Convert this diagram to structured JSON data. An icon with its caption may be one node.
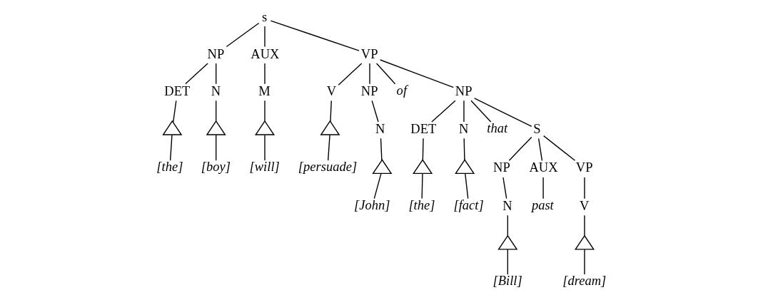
{
  "diagram": {
    "nodes": [
      {
        "text": [
          "s"
        ]
      },
      {
        "text": [
          "NP"
        ]
      },
      {
        "text": [
          "DET"
        ]
      },
      {
        "text": [],
        "shape": "triangle"
      },
      {
        "text": [
          "[the]"
        ]
      },
      {
        "text": [
          "N"
        ]
      },
      {
        "text": [],
        "shape": "triangle"
      },
      {
        "text": [
          "[boy]"
        ]
      },
      {
        "text": [
          "AUX"
        ]
      },
      {
        "text": [
          "M"
        ]
      },
      {
        "text": [],
        "shape": "triangle"
      },
      {
        "text": [
          "[will]"
        ]
      },
      {
        "text": [
          "VP"
        ]
      },
      {
        "text": [
          "V"
        ]
      },
      {
        "text": [],
        "shape": "triangle"
      },
      {
        "text": [
          "[persuade]"
        ]
      },
      {
        "text": [
          "NP"
        ]
      },
      {
        "text": [
          "N"
        ]
      },
      {
        "text": [],
        "shape": "triangle"
      },
      {
        "text": [
          "[John]"
        ]
      },
      {
        "text": [
          "of"
        ]
      },
      {
        "text": [
          "NP"
        ]
      },
      {
        "text": [
          "DET"
        ]
      },
      {
        "text": [],
        "shape": "triangle"
      },
      {
        "text": [
          "[the]"
        ]
      },
      {
        "text": [
          "N"
        ]
      },
      {
        "text": [],
        "shape": "triangle"
      },
      {
        "text": [
          "[fact]"
        ]
      },
      {
        "text": [
          "that"
        ]
      },
      {
        "text": [
          "S"
        ]
      },
      {
        "text": [
          "NP"
        ]
      },
      {
        "text": [
          "N"
        ]
      },
      {
        "text": [],
        "shape": "triangle"
      },
      {
        "text": [
          "[Bill]"
        ]
      },
      {
        "text": [
          "AUX"
        ]
      },
      {
        "text": [
          "past"
        ]
      },
      {
        "text": [
          "VP"
        ]
      },
      {
        "text": [
          "V"
        ]
      },
      {
        "text": [],
        "shape": "triangle"
      },
      {
        "text": [
          "[dream]"
        ]
      }
    ],
    "edges": [
      {
        "from": 0,
        "to": 1,
        "arrow": "none"
      },
      {
        "from": 0,
        "to": 8,
        "arrow": "none"
      },
      {
        "from": 0,
        "to": 12,
        "arrow": "none"
      },
      {
        "from": 1,
        "to": 2,
        "arrow": "none"
      },
      {
        "from": 1,
        "to": 5,
        "arrow": "none"
      },
      {
        "from": 2,
        "to": 3,
        "arrow": "none"
      },
      {
        "from": 3,
        "to": 4,
        "arrow": "none"
      },
      {
        "from": 5,
        "to": 6,
        "arrow": "none"
      },
      {
        "from": 6,
        "to": 7,
        "arrow": "none"
      },
      {
        "from": 8,
        "to": 9,
        "arrow": "none"
      },
      {
        "from": 9,
        "to": 10,
        "arrow": "none"
      },
      {
        "from": 10,
        "to": 11,
        "arrow": "none"
      },
      {
        "from": 12,
        "to": 13,
        "arrow": "none"
      },
      {
        "from": 12,
        "to": 16,
        "arrow": "none"
      },
      {
        "from": 12,
        "to": 20,
        "arrow": "none"
      },
      {
        "from": 12,
        "to": 21,
        "arrow": "none"
      },
      {
        "from": 13,
        "to": 14,
        "arrow": "none"
      },
      {
        "from": 14,
        "to": 15,
        "arrow": "none"
      },
      {
        "from": 16,
        "to": 17,
        "arrow": "none"
      },
      {
        "from": 17,
        "to": 18,
        "arrow": "none"
      },
      {
        "from": 18,
        "to": 19,
        "arrow": "none"
      },
      {
        "from": 21,
        "to": 22,
        "arrow": "none"
      },
      {
        "from": 21,
        "to": 25,
        "arrow": "none"
      },
      {
        "from": 21,
        "to": 28,
        "arrow": "none"
      },
      {
        "from": 21,
        "to": 29,
        "arrow": "none"
      },
      {
        "from": 22,
        "to": 23,
        "arrow": "none"
      },
      {
        "from": 23,
        "to": 24,
        "arrow": "none"
      },
      {
        "from": 25,
        "to": 26,
        "arrow": "none"
      },
      {
        "from": 26,
        "to": 27,
        "arrow": "none"
      },
      {
        "from": 29,
        "to": 30,
        "arrow": "none"
      },
      {
        "from": 29,
        "to": 34,
        "arrow": "none"
      },
      {
        "from": 29,
        "to": 36,
        "arrow": "none"
      },
      {
        "from": 30,
        "to": 31,
        "arrow": "none"
      },
      {
        "from": 31,
        "to": 32,
        "arrow": "none"
      },
      {
        "from": 32,
        "to": 33,
        "arrow": "none"
      },
      {
        "from": 34,
        "to": 35,
        "arrow": "none"
      },
      {
        "from": 36,
        "to": 37,
        "arrow": "none"
      },
      {
        "from": 37,
        "to": 38,
        "arrow": "none"
      },
      {
        "from": 38,
        "to": 39,
        "arrow": "none"
      }
    ]
  }
}
